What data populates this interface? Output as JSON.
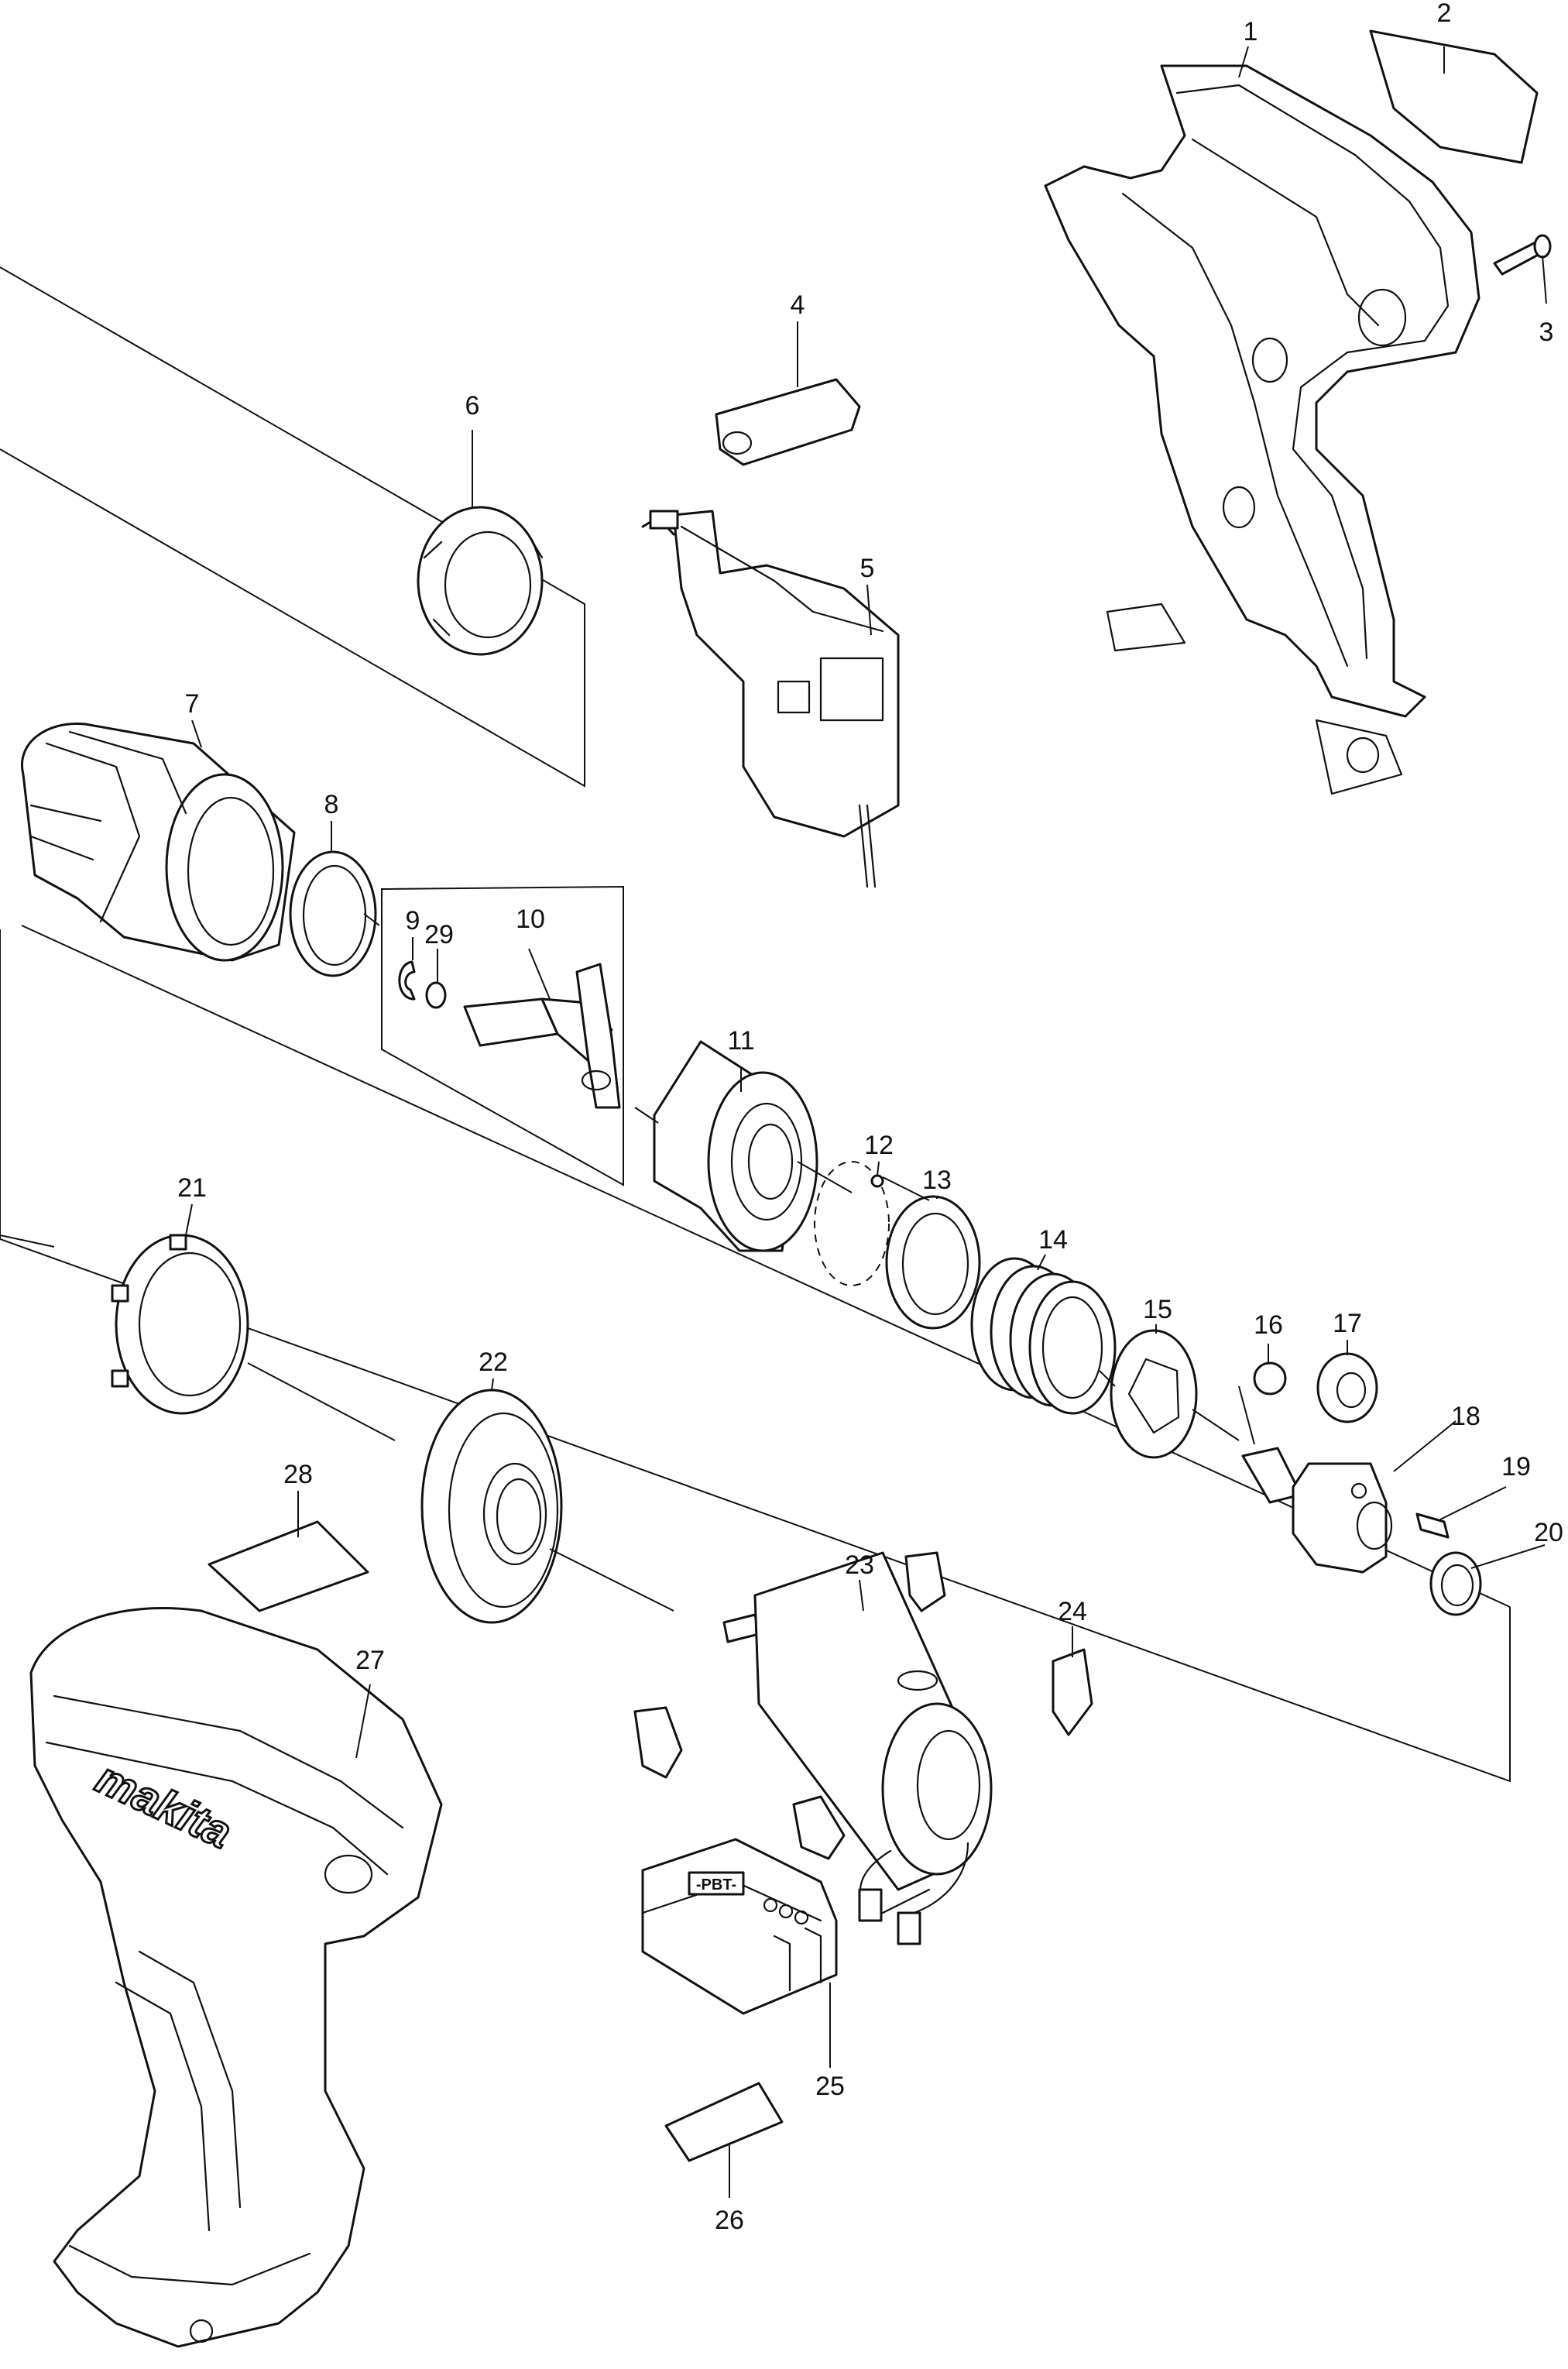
{
  "parts": [
    {
      "no": "1"
    },
    {
      "no": "2"
    },
    {
      "no": "3"
    },
    {
      "no": "4"
    },
    {
      "no": "5"
    },
    {
      "no": "6"
    },
    {
      "no": "7"
    },
    {
      "no": "8"
    },
    {
      "no": "9"
    },
    {
      "no": "29"
    },
    {
      "no": "10"
    },
    {
      "no": "11"
    },
    {
      "no": "12"
    },
    {
      "no": "13"
    },
    {
      "no": "14"
    },
    {
      "no": "15"
    },
    {
      "no": "16"
    },
    {
      "no": "17"
    },
    {
      "no": "18"
    },
    {
      "no": "19"
    },
    {
      "no": "20"
    },
    {
      "no": "21"
    },
    {
      "no": "22"
    },
    {
      "no": "28"
    },
    {
      "no": "23"
    },
    {
      "no": "24"
    },
    {
      "no": "27"
    },
    {
      "no": "25"
    },
    {
      "no": "26"
    }
  ],
  "housing_logo": "makita",
  "controller_label": "-PBT-"
}
